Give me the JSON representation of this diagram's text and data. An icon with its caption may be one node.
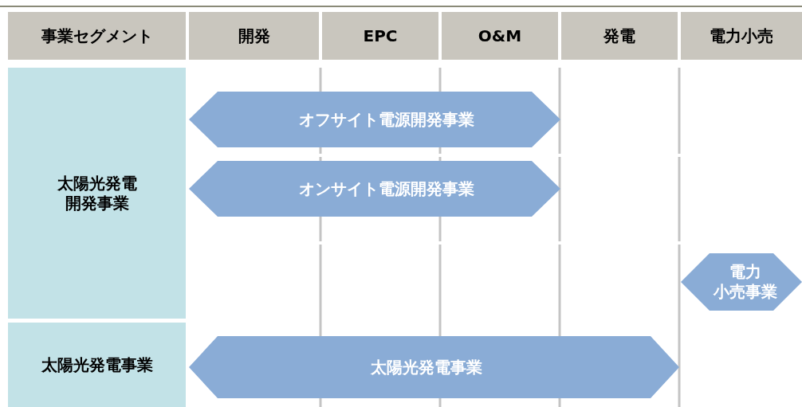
{
  "diagram": {
    "nodes": [
      {
        "text": [
          "事業セグメント"
        ]
      },
      {
        "text": [
          "開発"
        ]
      },
      {
        "text": [
          "EPC"
        ]
      },
      {
        "text": [
          "O&M"
        ]
      },
      {
        "text": [
          "発電"
        ]
      },
      {
        "text": [
          "電力小売"
        ]
      },
      {
        "text": [
          "太陽光発電開発事業"
        ]
      },
      {
        "text": [
          "太陽光発電事業"
        ]
      },
      {
        "text": [
          "オフサイト電源開発事業"
        ]
      },
      {
        "text": [
          "オンサイト電源開発事業"
        ]
      },
      {
        "text": [
          "電力小売事業"
        ]
      },
      {
        "text": [
          "太陽光発電事業"
        ]
      }
    ]
  }
}
